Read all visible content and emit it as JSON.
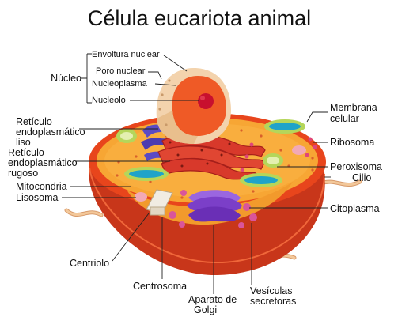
{
  "title": "Célula eucariota animal",
  "labels": {
    "envoltura_nuclear": "Envoltura nuclear",
    "poro_nuclear": "Poro nuclear",
    "nucleoplasma": "Nucleoplasma",
    "nucleolo": "Nucleolo",
    "nucleo": "Núcleo",
    "membrana_celular_1": "Membrana",
    "membrana_celular_2": "celular",
    "ribosoma": "Ribosoma",
    "peroxisoma": "Peroxisoma",
    "cilio": "Cilio",
    "citoplasma": "Citoplasma",
    "reticulo_liso_1": "Retículo",
    "reticulo_liso_2": "endoplasmático",
    "reticulo_liso_3": "liso",
    "reticulo_rugoso_1": "Retículo",
    "reticulo_rugoso_2": "endoplasmático",
    "reticulo_rugoso_3": "rugoso",
    "mitocondria": "Mitocondria",
    "lisosoma": "Lisosoma",
    "centriolo": "Centriolo",
    "centrosoma": "Centrosoma",
    "golgi_1": "Aparato de",
    "golgi_2": "Golgi",
    "vesiculas_1": "Vesículas",
    "vesiculas_2": "secretoras"
  },
  "colors": {
    "membrane_outer": "#e8451c",
    "cytoplasm": "#f7a634",
    "cytoplasm_light": "#fbc25a",
    "nucleus_envelope": "#f3d3ad",
    "nucleoplasm": "#ef5a26",
    "nucleolus": "#c8102e",
    "rough_er": "#d8392b",
    "smooth_er": "#5b4bc4",
    "golgi": "#7b3fc8",
    "mitochondria_outer": "#b5d65a",
    "mitochondria_inner": "#1fa3c9",
    "lysosome": "#f2a9b5",
    "vesicle": "#d9559b",
    "centriole": "#f1ece2",
    "cilium": "#f3c89a"
  }
}
